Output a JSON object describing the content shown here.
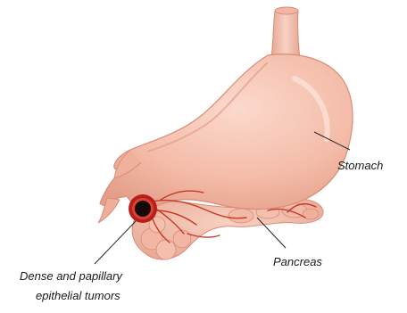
{
  "labels": {
    "stomach": "Stomach",
    "pancreas": "Pancreas",
    "tumor_line1": "Dense and papillary",
    "tumor_line2": "epithelial tumors"
  },
  "colors": {
    "organ_fill": "#f6c3b3",
    "organ_shade": "#e9a894",
    "organ_outline": "#d98c78",
    "pancreas_fill": "#f3b8a8",
    "vessel": "#c73a2a",
    "tumor_ring": "#b81e1e",
    "tumor_core": "#140a0a",
    "leader_line": "#222222",
    "background": "#ffffff"
  }
}
